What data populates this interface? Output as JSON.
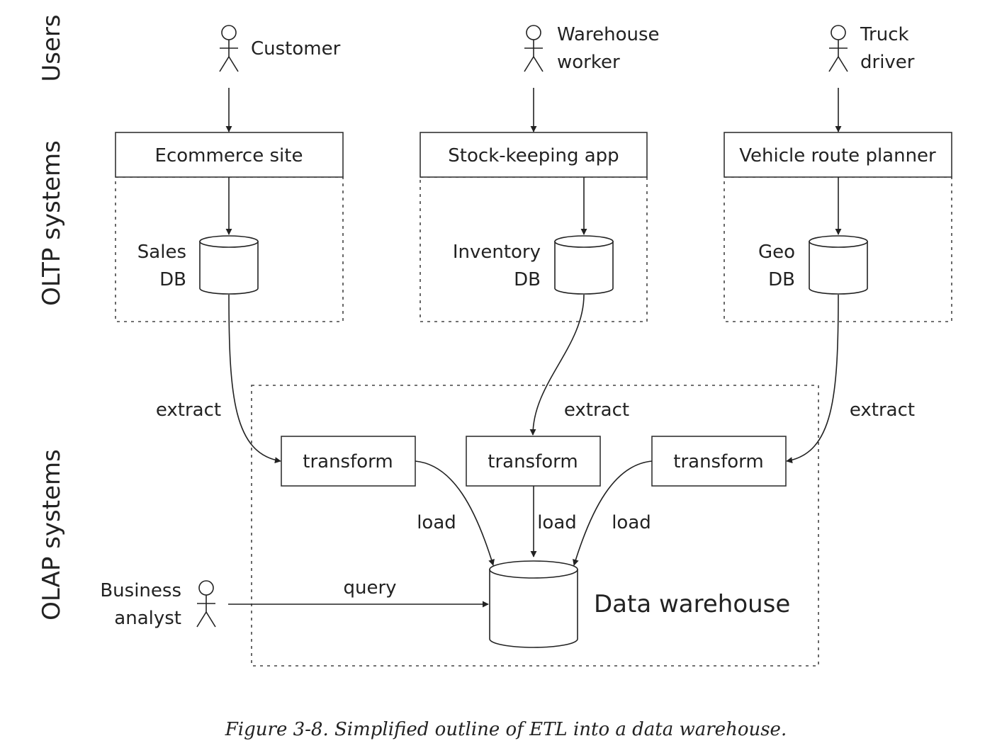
{
  "lanes": {
    "users": "Users",
    "oltp": "OLTP systems",
    "olap": "OLAP systems"
  },
  "users": {
    "customer": [
      "Customer"
    ],
    "warehouse_worker": [
      "Warehouse",
      "worker"
    ],
    "truck_driver": [
      "Truck",
      "driver"
    ],
    "business_analyst": [
      "Business",
      "analyst"
    ]
  },
  "apps": {
    "ecommerce": "Ecommerce site",
    "stock": "Stock-keeping app",
    "route": "Vehicle route planner"
  },
  "databases": {
    "sales": [
      "Sales",
      "DB"
    ],
    "inventory": [
      "Inventory",
      "DB"
    ],
    "geo": [
      "Geo",
      "DB"
    ],
    "warehouse": "Data warehouse"
  },
  "steps": {
    "extract": "extract",
    "transform": "transform",
    "load": "load",
    "query": "query"
  },
  "caption": "Figure 3-8. Simplified outline of ETL into a data warehouse.",
  "colors": {
    "ink": "#222222",
    "background": "#ffffff"
  }
}
